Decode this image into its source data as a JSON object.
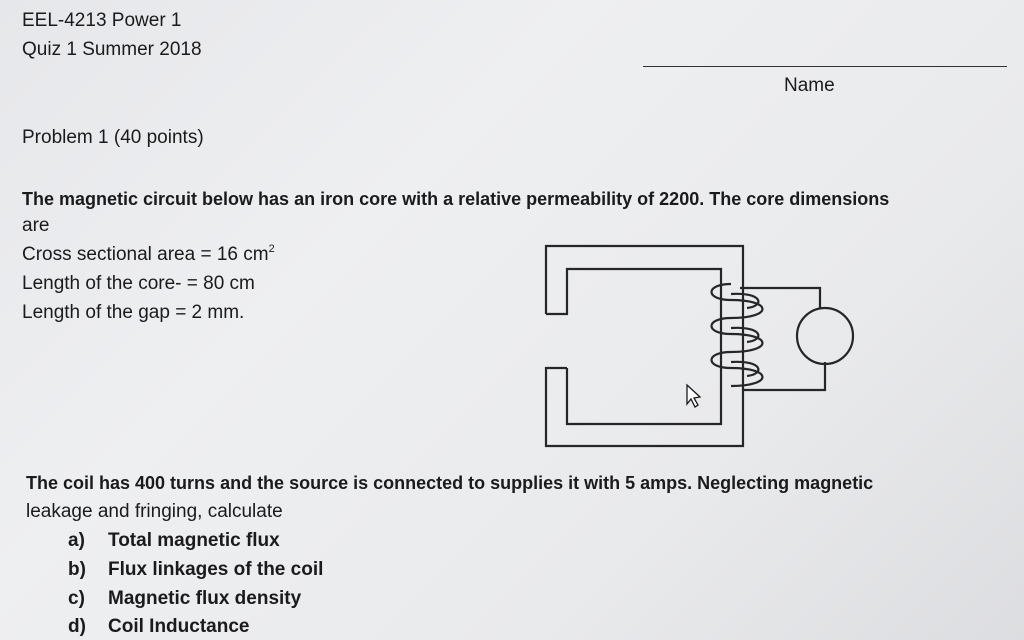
{
  "header": {
    "course": "EEL-4213 Power 1",
    "quiz": "Quiz 1 Summer 2018",
    "name_label": "Name"
  },
  "problem": {
    "title": "Problem 1 (40 points)",
    "intro_line1": "The magnetic circuit below has an iron core with a relative permeability of 2200. The core dimensions",
    "intro_line2": "are",
    "area": "Cross sectional area = 16 cm",
    "area_exp": "2",
    "core_length": "Length of the core- = 80 cm",
    "gap_length": "Length of the gap = 2 mm.",
    "coil_line1": "The coil has 400 turns and the source is connected to supplies it with 5 amps. Neglecting magnetic",
    "coil_line2": "leakage and fringing, calculate",
    "questions": [
      {
        "label": "a)",
        "text": "Total magnetic flux"
      },
      {
        "label": "b)",
        "text": "Flux linkages of the coil"
      },
      {
        "label": "c)",
        "text": "Magnetic flux density"
      },
      {
        "label": "d)",
        "text": "Coil Inductance"
      }
    ]
  }
}
